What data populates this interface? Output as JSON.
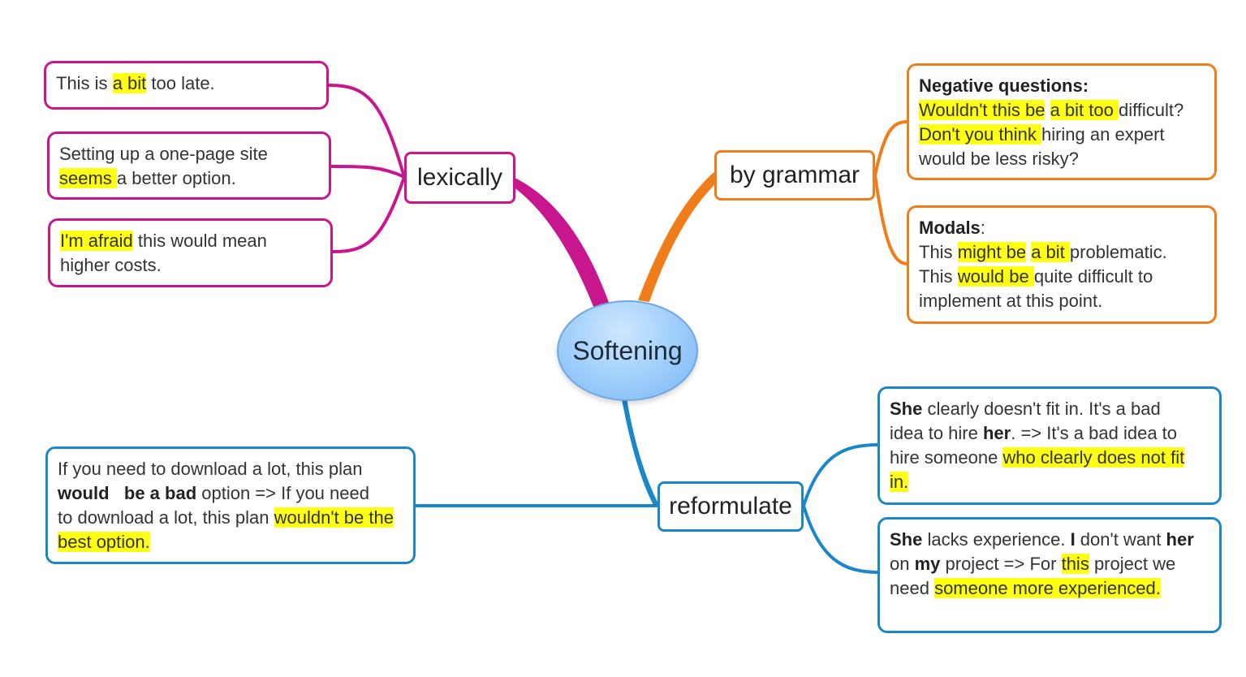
{
  "root": {
    "label": "Softening"
  },
  "colors": {
    "lexically": "#c8168f",
    "grammar": "#f07d1a",
    "reformulate": "#1b86c8",
    "highlight": "#ffff14",
    "root_fill": "#9ccdfb"
  },
  "branches": {
    "lexically": {
      "label": "lexically",
      "leaves": [
        {
          "lines": [
            [
              {
                "t": "This is "
              },
              {
                "t": "a bit",
                "hl": true
              },
              {
                "t": " too late."
              }
            ]
          ]
        },
        {
          "lines": [
            [
              {
                "t": "Setting up a one-page site"
              }
            ],
            [
              {
                "t": "seems ",
                "hl": true
              },
              {
                "t": "a better option."
              }
            ]
          ]
        },
        {
          "lines": [
            [
              {
                "t": "I'm afraid",
                "hl": true
              },
              {
                "t": " this would mean"
              }
            ],
            [
              {
                "t": "higher costs."
              }
            ]
          ]
        }
      ]
    },
    "grammar": {
      "label": "by grammar",
      "leaves": [
        {
          "lines": [
            [
              {
                "t": "Negative questions:",
                "b": true
              }
            ],
            [
              {
                "t": "Wouldn't this be",
                "hl": true
              },
              {
                "t": " "
              },
              {
                "t": "a bit too ",
                "hl": true
              },
              {
                "t": "difficult?"
              }
            ],
            [
              {
                "t": "Don't you think ",
                "hl": true
              },
              {
                "t": "hiring an expert"
              }
            ],
            [
              {
                "t": "would be less risky?"
              }
            ]
          ]
        },
        {
          "lines": [
            [
              {
                "t": "Modals",
                "b": true
              },
              {
                "t": ":"
              }
            ],
            [
              {
                "t": "This "
              },
              {
                "t": "might be",
                "hl": true
              },
              {
                "t": " "
              },
              {
                "t": "a bit ",
                "hl": true
              },
              {
                "t": "problematic."
              }
            ],
            [
              {
                "t": "This "
              },
              {
                "t": "would be ",
                "hl": true
              },
              {
                "t": "quite difficult to"
              }
            ],
            [
              {
                "t": "implement at this point."
              }
            ]
          ]
        }
      ]
    },
    "reformulate": {
      "label": "reformulate",
      "leaves": [
        {
          "lines": [
            [
              {
                "t": "If you need to download a lot, this plan"
              }
            ],
            [
              {
                "t": "would",
                "b": true
              },
              {
                "t": "   "
              },
              {
                "t": "be a bad",
                "b": true
              },
              {
                "t": " option => If you need"
              }
            ],
            [
              {
                "t": "to download a lot, this plan "
              },
              {
                "t": "wouldn't be the",
                "hl": true
              }
            ],
            [
              {
                "t": "best option.",
                "hl": true
              }
            ]
          ]
        },
        {
          "lines": [
            [
              {
                "t": "She",
                "b": true
              },
              {
                "t": " clearly doesn't fit in. It's a bad"
              }
            ],
            [
              {
                "t": "idea to hire "
              },
              {
                "t": "her",
                "b": true
              },
              {
                "t": ". => It's a bad idea to"
              }
            ],
            [
              {
                "t": "hire someone "
              },
              {
                "t": "who clearly does not fit",
                "hl": true
              }
            ],
            [
              {
                "t": "in.",
                "hl": true
              }
            ]
          ]
        },
        {
          "lines": [
            [
              {
                "t": "She",
                "b": true
              },
              {
                "t": " lacks experience. "
              },
              {
                "t": "I",
                "b": true
              },
              {
                "t": " don't want "
              },
              {
                "t": "her",
                "b": true
              }
            ],
            [
              {
                "t": "on "
              },
              {
                "t": "my",
                "b": true
              },
              {
                "t": " project => For "
              },
              {
                "t": "this",
                "hl": true
              },
              {
                "t": " project we"
              }
            ],
            [
              {
                "t": "need "
              },
              {
                "t": "someone more experienced.",
                "hl": true
              }
            ]
          ]
        }
      ]
    }
  }
}
